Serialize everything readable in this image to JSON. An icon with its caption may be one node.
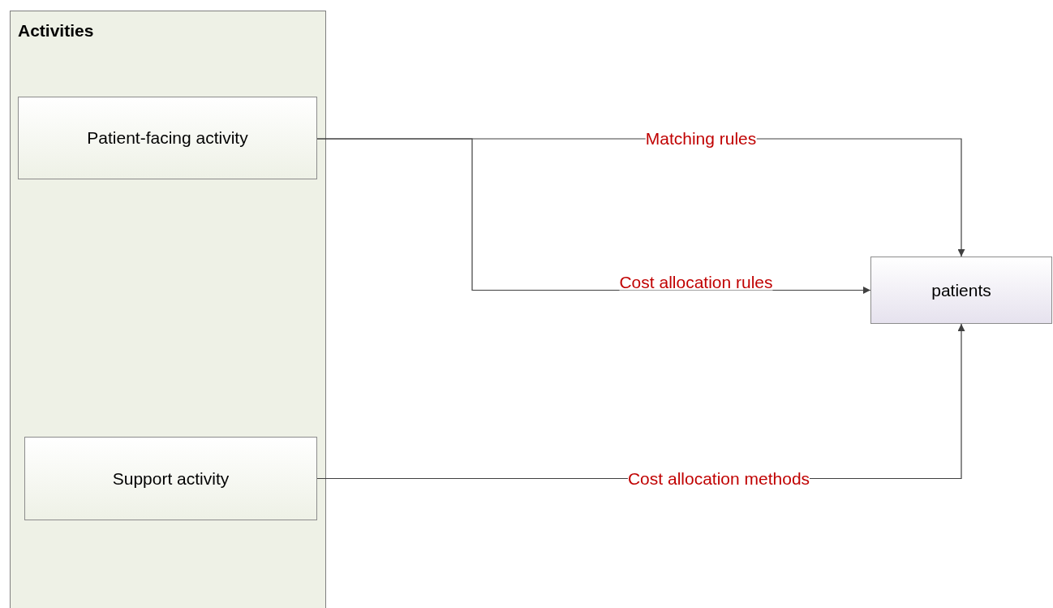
{
  "diagram": {
    "nodes": [
      {
        "text": [
          "Activities"
        ]
      },
      {
        "text": [
          "Patient-facing activity"
        ],
        "in": 0
      },
      {
        "text": [
          "Support activity"
        ],
        "in": 0
      },
      {
        "text": [
          "patients"
        ]
      }
    ],
    "edges": [
      {
        "from": 1,
        "to": 3,
        "arrow": "to",
        "label": "Matching rules"
      },
      {
        "from": 1,
        "to": 3,
        "arrow": "to",
        "label": "Cost allocation rules"
      },
      {
        "from": 2,
        "to": 3,
        "arrow": "to",
        "label": "Cost allocation methods"
      }
    ]
  }
}
